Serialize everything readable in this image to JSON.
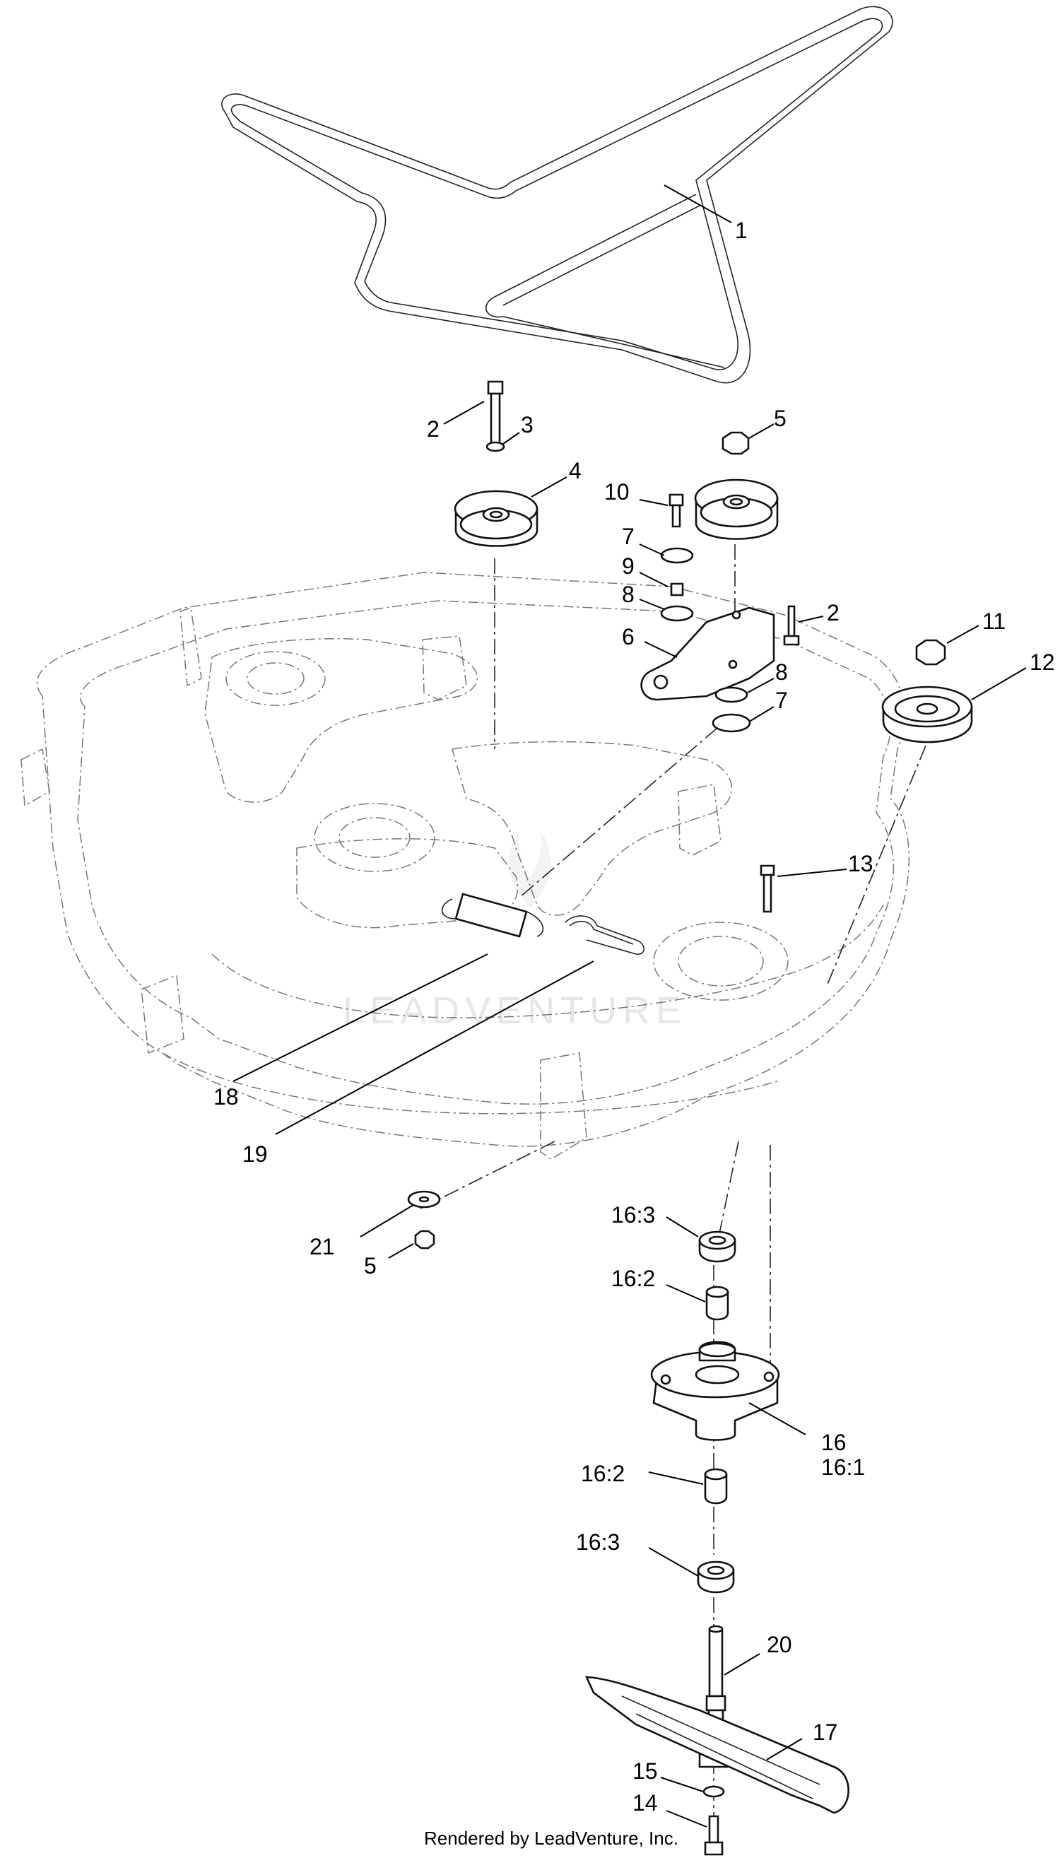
{
  "callouts": [
    {
      "id": "c1",
      "text": "1"
    },
    {
      "id": "c2a",
      "text": "2"
    },
    {
      "id": "c3",
      "text": "3"
    },
    {
      "id": "c4",
      "text": "4"
    },
    {
      "id": "c5a",
      "text": "5"
    },
    {
      "id": "c10",
      "text": "10"
    },
    {
      "id": "c7a",
      "text": "7"
    },
    {
      "id": "c9",
      "text": "9"
    },
    {
      "id": "c8a",
      "text": "8"
    },
    {
      "id": "c2b",
      "text": "2"
    },
    {
      "id": "c6",
      "text": "6"
    },
    {
      "id": "c8b",
      "text": "8"
    },
    {
      "id": "c7b",
      "text": "7"
    },
    {
      "id": "c11",
      "text": "11"
    },
    {
      "id": "c12",
      "text": "12"
    },
    {
      "id": "c13",
      "text": "13"
    },
    {
      "id": "c18",
      "text": "18"
    },
    {
      "id": "c19",
      "text": "19"
    },
    {
      "id": "c21",
      "text": "21"
    },
    {
      "id": "c5b",
      "text": "5"
    },
    {
      "id": "c163a",
      "text": "16:3"
    },
    {
      "id": "c162a",
      "text": "16:2"
    },
    {
      "id": "c16",
      "text": "16"
    },
    {
      "id": "c161",
      "text": "16:1"
    },
    {
      "id": "c162b",
      "text": "16:2"
    },
    {
      "id": "c163b",
      "text": "16:3"
    },
    {
      "id": "c20",
      "text": "20"
    },
    {
      "id": "c17",
      "text": "17"
    },
    {
      "id": "c15",
      "text": "15"
    },
    {
      "id": "c14",
      "text": "14"
    }
  ],
  "watermark": "LEADVENTURE",
  "footer": "Rendered by LeadVenture, Inc."
}
